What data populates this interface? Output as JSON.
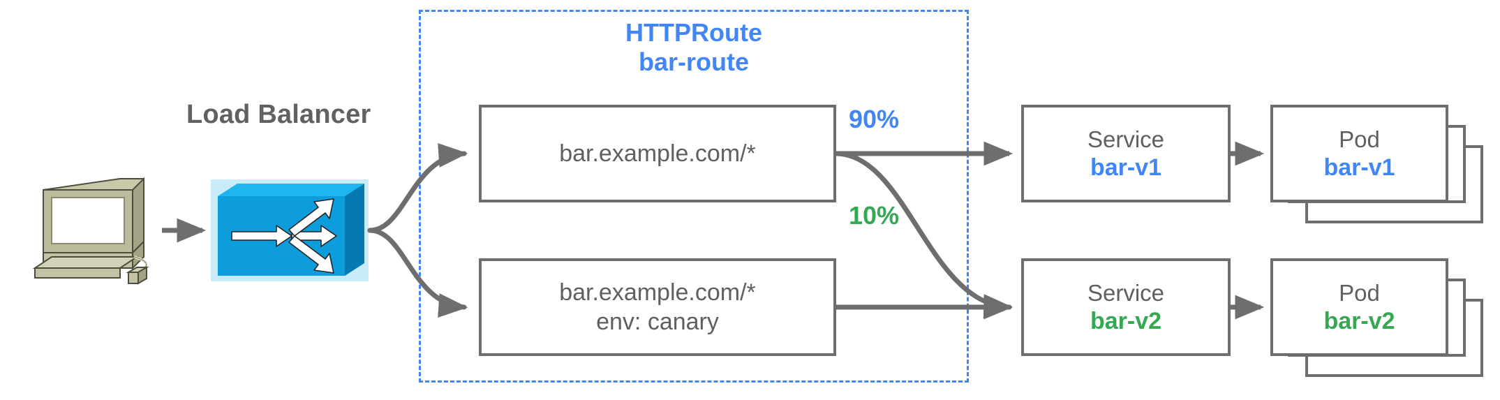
{
  "diagram": {
    "title_region": {
      "kind": "HTTPRoute",
      "name": "bar-route"
    },
    "load_balancer": {
      "label": "Load Balancer",
      "icon": "network-switch-icon"
    },
    "client": {
      "icon": "desktop-computer-icon"
    },
    "routes": [
      {
        "id": "route-primary",
        "line1": "bar.example.com/*",
        "line2": ""
      },
      {
        "id": "route-canary",
        "line1": "bar.example.com/*",
        "line2": "env: canary"
      }
    ],
    "weights": [
      {
        "id": "weight-90",
        "label": "90%",
        "color": "#4285F4",
        "target": "bar-v1"
      },
      {
        "id": "weight-10",
        "label": "10%",
        "color": "#34A853",
        "target": "bar-v2"
      }
    ],
    "services": [
      {
        "id": "service-bar-v1",
        "kind": "Service",
        "name": "bar-v1",
        "color": "#4285F4"
      },
      {
        "id": "service-bar-v2",
        "kind": "Service",
        "name": "bar-v2",
        "color": "#34A853"
      }
    ],
    "pods": [
      {
        "id": "pod-bar-v1",
        "kind": "Pod",
        "name": "bar-v1",
        "color": "#4285F4",
        "replicas": 3
      },
      {
        "id": "pod-bar-v2",
        "kind": "Pod",
        "name": "bar-v2",
        "color": "#34A853",
        "replicas": 3
      }
    ],
    "colors": {
      "blue": "#4285F4",
      "green": "#34A853",
      "stroke_gray": "#6e6e6e",
      "text_gray": "#5f5f5f",
      "switch_blue": "#0d9ddb",
      "computer_beige": "#b4b493"
    }
  }
}
